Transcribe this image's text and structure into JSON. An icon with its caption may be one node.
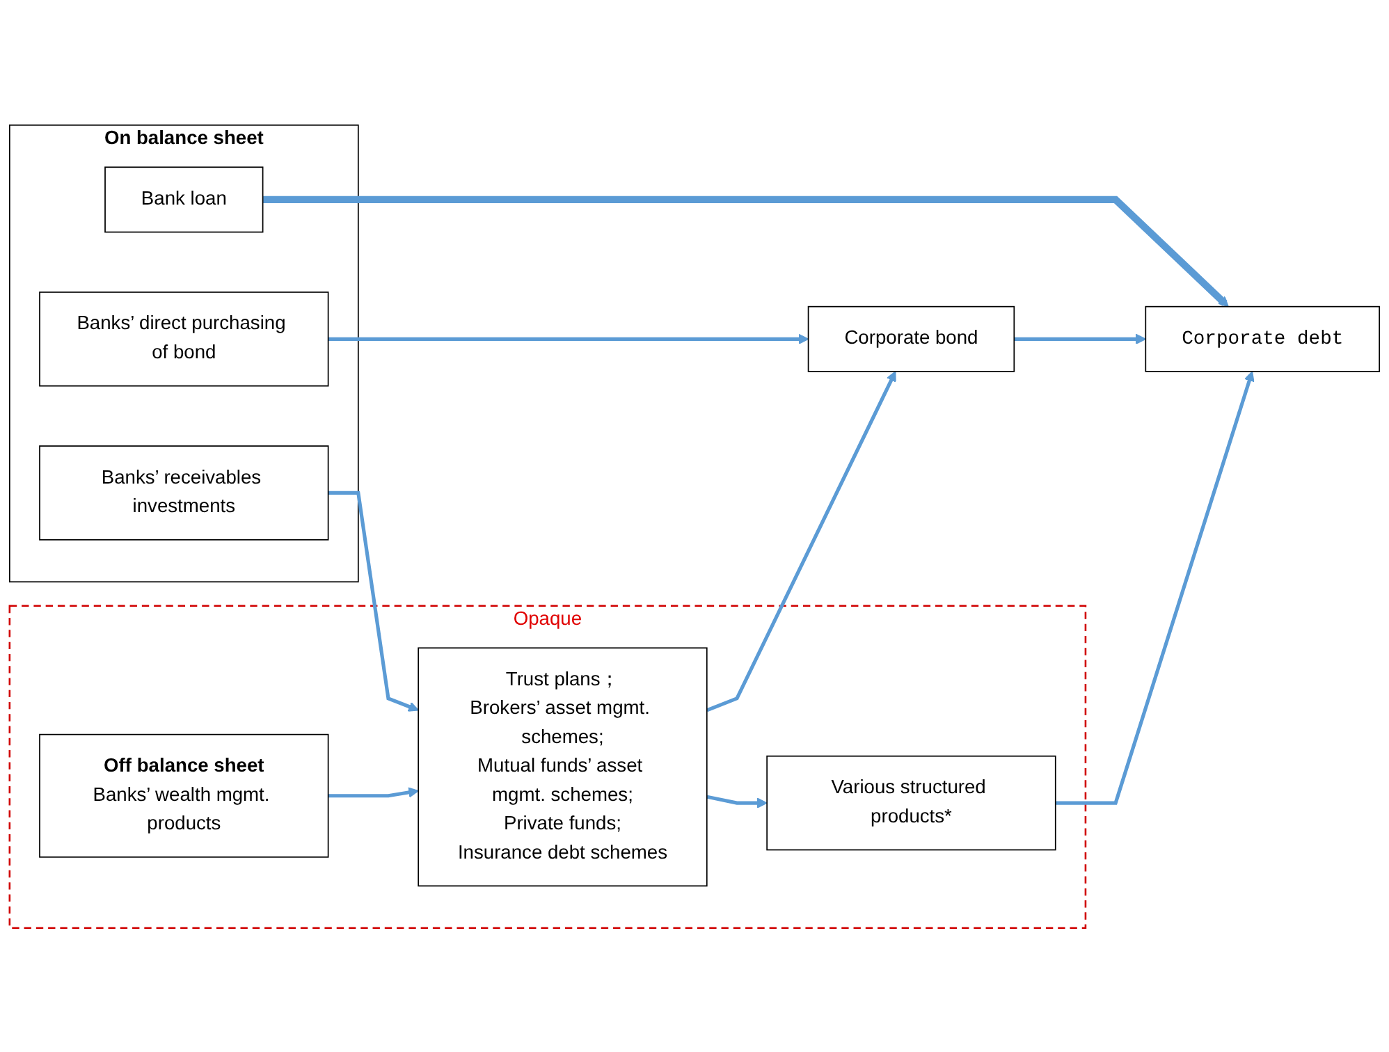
{
  "diagram": {
    "nodes": [
      {
        "text": [
          "On balance sheet"
        ]
      },
      {
        "text": [
          "Bank loan"
        ],
        "in": 0
      },
      {
        "text": [
          "Banks’ direct purchasing of bond"
        ],
        "in": 0
      },
      {
        "text": [
          "Banks’ receivables investments"
        ],
        "in": 0
      },
      {
        "text": [
          "Opaque"
        ]
      },
      {
        "text": [
          "Off balance sheet",
          "Banks’ wealth mgmt. products"
        ],
        "in": 4
      },
      {
        "text": [
          "Trust plans；",
          "Brokers’ asset mgmt. schemes;",
          "Mutual funds’ asset mgmt. schemes;",
          "Private funds;",
          "Insurance debt schemes"
        ],
        "in": 4
      },
      {
        "text": [
          "Corporate bond"
        ]
      },
      {
        "text": [
          "Various structured products*"
        ],
        "in": 4
      },
      {
        "text": [
          "Corporate debt"
        ]
      }
    ],
    "edges": [
      {
        "from": 1,
        "to": 9,
        "arrow": "to",
        "style": "thick"
      },
      {
        "from": 2,
        "to": 7,
        "arrow": "to"
      },
      {
        "from": 3,
        "to": 6,
        "arrow": "to"
      },
      {
        "from": 5,
        "to": 6,
        "arrow": "to"
      },
      {
        "from": 6,
        "to": 7,
        "arrow": "to"
      },
      {
        "from": 6,
        "to": 8,
        "arrow": "to"
      },
      {
        "from": 7,
        "to": 9,
        "arrow": "to"
      },
      {
        "from": 8,
        "to": 9,
        "arrow": "to"
      }
    ]
  }
}
